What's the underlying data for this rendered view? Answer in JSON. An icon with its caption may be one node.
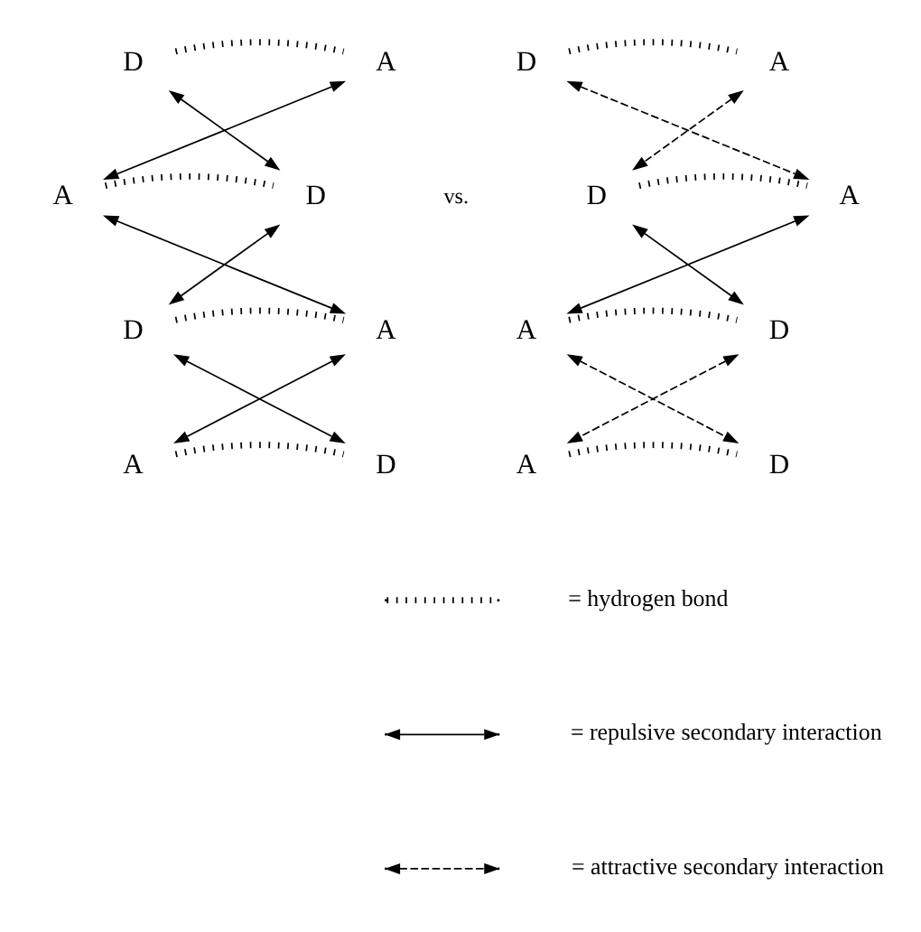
{
  "diagram": {
    "nodes": [
      {
        "text": [
          "D"
        ]
      },
      {
        "text": [
          "A"
        ]
      },
      {
        "text": [
          "A"
        ]
      },
      {
        "text": [
          "D"
        ]
      },
      {
        "text": [
          "D"
        ]
      },
      {
        "text": [
          "A"
        ]
      },
      {
        "text": [
          "A"
        ]
      },
      {
        "text": [
          "D"
        ]
      },
      {
        "text": [
          "D"
        ]
      },
      {
        "text": [
          "A"
        ]
      },
      {
        "text": [
          "D"
        ]
      },
      {
        "text": [
          "A"
        ]
      },
      {
        "text": [
          "A"
        ]
      },
      {
        "text": [
          "D"
        ]
      },
      {
        "text": [
          "A"
        ]
      },
      {
        "text": [
          "D"
        ]
      }
    ],
    "edges": [
      {
        "from": 0,
        "to": 1,
        "arrow": "none",
        "style": "dashed"
      },
      {
        "from": 0,
        "to": 3,
        "arrow": "both"
      },
      {
        "from": 1,
        "to": 2,
        "arrow": "both"
      },
      {
        "from": 2,
        "to": 3,
        "arrow": "none",
        "style": "dashed"
      },
      {
        "from": 2,
        "to": 5,
        "arrow": "both"
      },
      {
        "from": 3,
        "to": 4,
        "arrow": "both"
      },
      {
        "from": 4,
        "to": 5,
        "arrow": "none",
        "style": "dashed"
      },
      {
        "from": 4,
        "to": 7,
        "arrow": "both"
      },
      {
        "from": 5,
        "to": 6,
        "arrow": "both"
      },
      {
        "from": 6,
        "to": 7,
        "arrow": "none",
        "style": "dashed"
      },
      {
        "from": 8,
        "to": 9,
        "arrow": "none",
        "style": "dashed"
      },
      {
        "from": 8,
        "to": 11,
        "arrow": "both",
        "style": "dashed"
      },
      {
        "from": 9,
        "to": 10,
        "arrow": "both",
        "style": "dashed"
      },
      {
        "from": 10,
        "to": 11,
        "arrow": "none",
        "style": "dashed"
      },
      {
        "from": 10,
        "to": 13,
        "arrow": "both"
      },
      {
        "from": 11,
        "to": 12,
        "arrow": "both"
      },
      {
        "from": 12,
        "to": 13,
        "arrow": "none",
        "style": "dashed"
      },
      {
        "from": 12,
        "to": 15,
        "arrow": "both",
        "style": "dashed"
      },
      {
        "from": 13,
        "to": 14,
        "arrow": "both",
        "style": "dashed"
      },
      {
        "from": 14,
        "to": 15,
        "arrow": "none",
        "style": "dashed"
      }
    ],
    "labels": [
      "vs."
    ],
    "legend": [
      {
        "text": "= hydrogen bond"
      },
      {
        "text": "= repulsive secondary interaction"
      },
      {
        "text": "= attractive secondary interaction"
      }
    ]
  }
}
